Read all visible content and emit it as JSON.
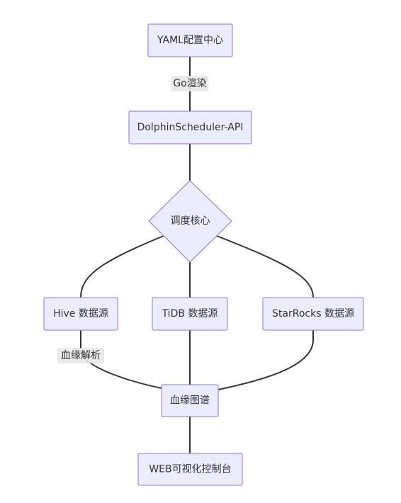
{
  "diagram": {
    "nodes": {
      "yaml": "YAML配置中心",
      "api": "DolphinScheduler-API",
      "core": "调度核心",
      "hive": "Hive 数据源",
      "tidb": "TiDB 数据源",
      "starrocks": "StarRocks 数据源",
      "lineage": "血缘图谱",
      "web": "WEB可视化控制台"
    },
    "edge_labels": {
      "go_render": "Go渲染",
      "lineage_parse": "血缘解析"
    },
    "colors": {
      "node_fill": "#ececff",
      "node_stroke": "#9370db",
      "edge": "#333333",
      "label_bg": "#e8e8e8"
    }
  }
}
